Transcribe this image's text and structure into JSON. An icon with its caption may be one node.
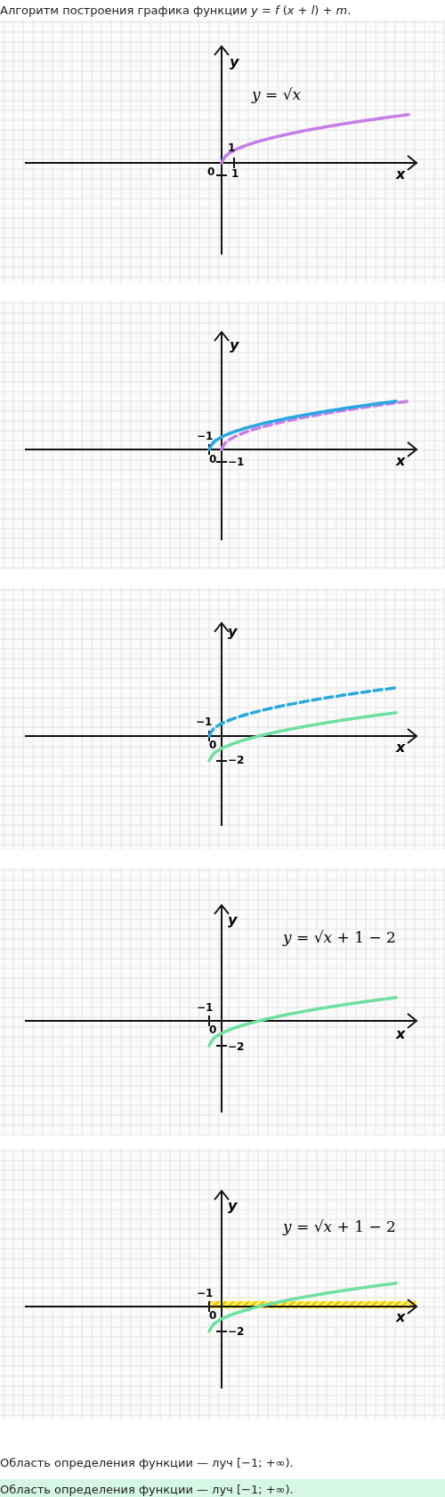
{
  "diagram": {
    "title": "Алгоритм построения графика функции *y* = *f* (*x* + *l*) + *m*.",
    "labels": [
      "y",
      "*y* = √*x*",
      "1",
      "0",
      "1",
      "x",
      "y",
      "−1",
      "0",
      "−1",
      "x",
      "y",
      "−1",
      "0",
      "−2",
      "x",
      "y",
      "*y* = √*x* + 1 − 2",
      "−1",
      "0",
      "−2",
      "x",
      "y",
      "*y* = √*x* + 1 − 2",
      "−1",
      "0",
      "−2",
      "x",
      "Область определения функции — луч [−1; +∞).",
      "Область определения функции — луч [−1; +∞)."
    ]
  }
}
